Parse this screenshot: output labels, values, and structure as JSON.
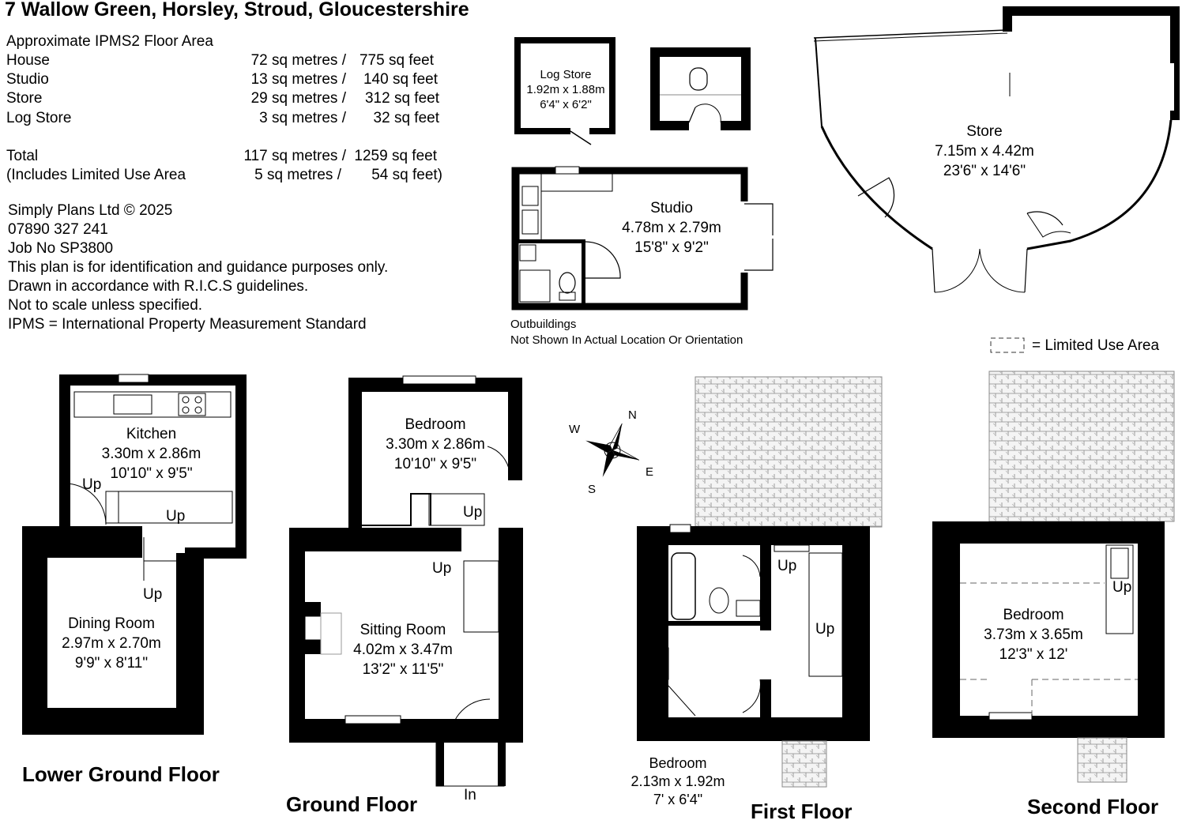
{
  "title": "7 Wallow Green, Horsley, Stroud, Gloucestershire",
  "area_summary": {
    "heading": "Approximate IPMS2 Floor Area",
    "rows": [
      {
        "label": "House",
        "metres": "72 sq metres /",
        "feet": "775 sq feet"
      },
      {
        "label": "Studio",
        "metres": "13 sq metres /",
        "feet": "140 sq feet"
      },
      {
        "label": "Store",
        "metres": "29 sq metres /",
        "feet": "312 sq feet"
      },
      {
        "label": "Log Store",
        "metres": "3 sq metres /",
        "feet": "32 sq feet"
      }
    ],
    "total": {
      "label": "Total",
      "metres": "117 sq metres /",
      "feet": "1259 sq feet"
    },
    "limited": {
      "label": "(Includes Limited Use Area",
      "metres": "5  sq metres /",
      "feet": "54 sq feet)"
    }
  },
  "credits": [
    "Simply Plans Ltd © 2025",
    "07890 327 241",
    "Job No SP3800",
    "This plan is for identification and guidance purposes only.",
    "Drawn in accordance with R.I.C.S guidelines.",
    "Not to scale unless specified.",
    "IPMS = International Property Measurement Standard"
  ],
  "outbuildings_note": [
    "Outbuildings",
    "Not Shown In Actual Location Or Orientation"
  ],
  "legend": {
    "limited_use": "= Limited Use Area"
  },
  "compass": {
    "n": "N",
    "e": "E",
    "s": "S",
    "w": "W"
  },
  "rooms": {
    "log_store": {
      "name": "Log Store",
      "metric": "1.92m x 1.88m",
      "imperial": "6'4\" x 6'2\""
    },
    "studio": {
      "name": "Studio",
      "metric": "4.78m x 2.79m",
      "imperial": "15'8\" x 9'2\""
    },
    "store": {
      "name": "Store",
      "metric": "7.15m x 4.42m",
      "imperial": "23'6\" x 14'6\""
    },
    "kitchen": {
      "name": "Kitchen",
      "metric": "3.30m x 2.86m",
      "imperial": "10'10\" x 9'5\""
    },
    "dining": {
      "name": "Dining Room",
      "metric": "2.97m x 2.70m",
      "imperial": "9'9\" x 8'11\""
    },
    "gf_bedroom": {
      "name": "Bedroom",
      "metric": "3.30m x 2.86m",
      "imperial": "10'10\" x 9'5\""
    },
    "sitting": {
      "name": "Sitting Room",
      "metric": "4.02m x 3.47m",
      "imperial": "13'2\" x 11'5\""
    },
    "ff_bedroom": {
      "name": "Bedroom",
      "metric": "2.13m x 1.92m",
      "imperial": "7' x 6'4\""
    },
    "sf_bedroom": {
      "name": "Bedroom",
      "metric": "3.73m x 3.65m",
      "imperial": "12'3\" x 12'"
    }
  },
  "stairs": {
    "up": "Up",
    "in": "In"
  },
  "floors": {
    "lower_ground": "Lower Ground Floor",
    "ground": "Ground Floor",
    "first": "First Floor",
    "second": "Second Floor"
  }
}
